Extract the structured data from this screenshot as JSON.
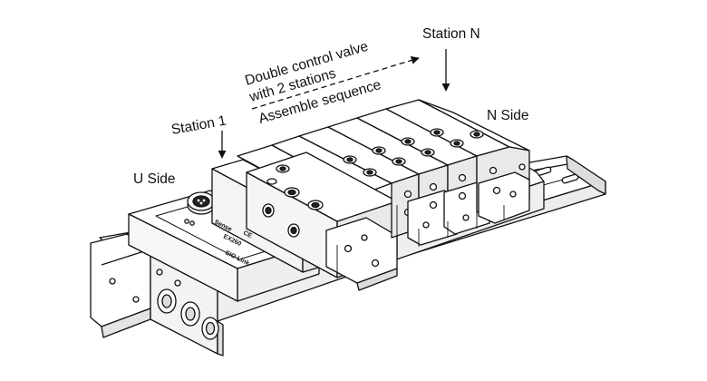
{
  "labels": {
    "station_n": "Station N",
    "double_control_line1": "Double control valve",
    "double_control_line2": "with 2 stations",
    "assemble_sequence": "Assemble sequence",
    "station_1": "Station 1",
    "n_side": "N Side",
    "u_side": "U Side"
  },
  "nameplate": {
    "brand": "Sense",
    "link": "SIO-Link",
    "ce": "CE",
    "model": "EX260"
  },
  "colors": {
    "line": "#111111",
    "fill": "#ffffff",
    "shade": "#e6e6e6"
  },
  "icons": {
    "connector": "m12-connector-icon",
    "ce_mark": "ce-mark-icon"
  }
}
